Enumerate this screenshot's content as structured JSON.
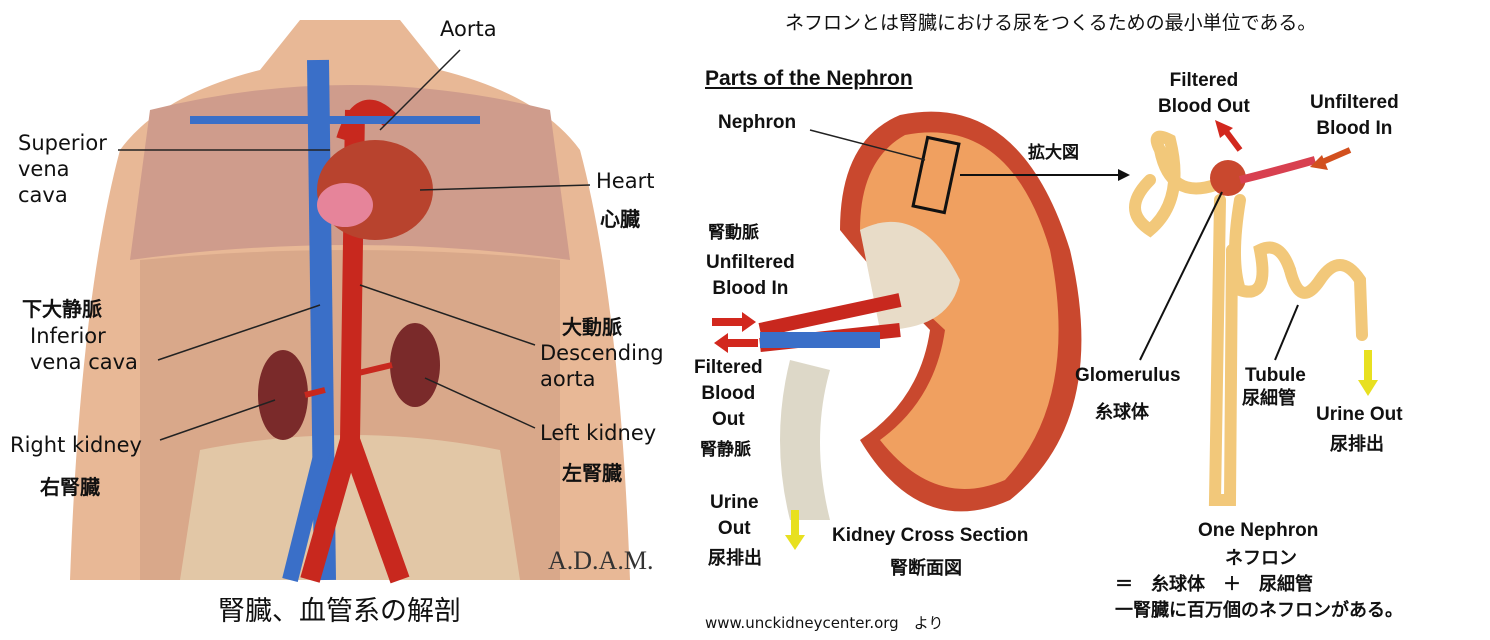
{
  "left": {
    "labels": {
      "aorta": "Aorta",
      "svc": [
        "Superior",
        "vena",
        "cava"
      ],
      "heart": "Heart",
      "heart_jp": "心臓",
      "ivc_jp": "下大静脈",
      "ivc": [
        "Inferior",
        "vena cava"
      ],
      "desc_jp": "大動脈",
      "desc": [
        "Descending",
        "aorta"
      ],
      "right_kidney": "Right kidney",
      "right_kidney_jp": "右腎臓",
      "left_kidney": "Left kidney",
      "left_kidney_jp": "左腎臓"
    },
    "logo": "A.D.A.M.",
    "caption": "腎臓、血管系の解剖"
  },
  "right": {
    "title": "ネフロンとは腎臓における尿をつくるための最小単位である。",
    "heading": "Parts of the Nephron",
    "nephron": "Nephron",
    "magnified": "拡大図",
    "renal_artery_jp": "腎動脈",
    "unfiltered_in": [
      "Unfiltered",
      "Blood In"
    ],
    "filtered_out": [
      "Filtered",
      "Blood",
      "Out"
    ],
    "renal_vein_jp": "腎静脈",
    "urine_out": [
      "Urine",
      "Out"
    ],
    "urine_out_jp": "尿排出",
    "cross_section": "Kidney Cross Section",
    "cross_section_jp": "腎断面図",
    "n_filtered_out": [
      "Filtered",
      "Blood Out"
    ],
    "n_unfiltered_in": [
      "Unfiltered",
      "Blood In"
    ],
    "glomerulus": "Glomerulus",
    "glomerulus_jp": "糸球体",
    "tubule": "Tubule",
    "tubule_jp": "尿細管",
    "n_urine_out": "Urine Out",
    "n_urine_out_jp": "尿排出",
    "one_nephron": "One Nephron",
    "one_nephron_jp": "ネフロン",
    "equation": "＝　糸球体　＋　尿細管",
    "million": "一腎臓に百万個のネフロンがある。",
    "source": "www.unckidneycenter.org　より"
  }
}
